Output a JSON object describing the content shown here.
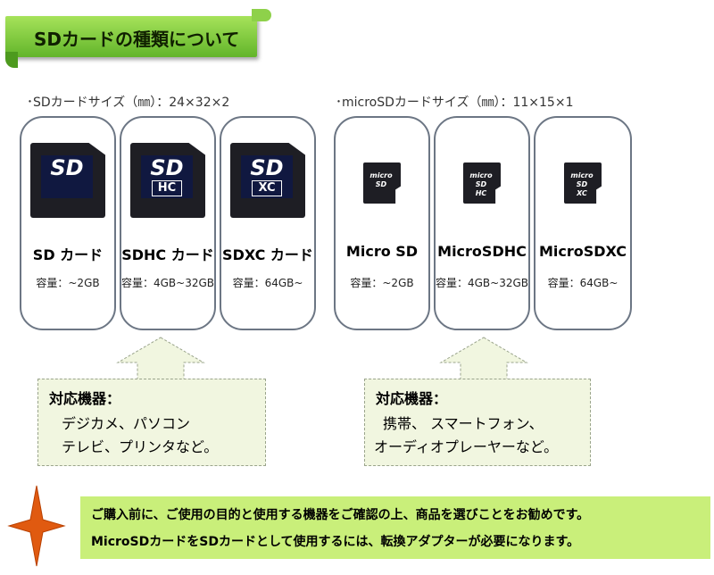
{
  "header": {
    "title": "SDカードの種類について"
  },
  "sd_section": {
    "size_label": "･SDカードサイズ（㎜）：24×32×2",
    "cards": [
      {
        "logo": "SD",
        "logo_sub": "",
        "name": "SD カード",
        "capacity": "容量：~2GB"
      },
      {
        "logo": "SD",
        "logo_sub": "HC",
        "name": "SDHC カード",
        "capacity": "容量：4GB~32GB"
      },
      {
        "logo": "SD",
        "logo_sub": "XC",
        "name": "SDXC カード",
        "capacity": "容量：64GB~"
      }
    ]
  },
  "micro_section": {
    "size_label": "･microSDカードサイズ（㎜）：11×15×1",
    "cards": [
      {
        "logo": "micro SD",
        "logo_sub": "",
        "name": "Micro SD",
        "capacity": "容量：~2GB"
      },
      {
        "logo": "micro SD",
        "logo_sub": "HC",
        "name": "MicroSDHC",
        "capacity": "容量：4GB~32GB"
      },
      {
        "logo": "micro SD",
        "logo_sub": "XC",
        "name": "MicroSDXC",
        "capacity": "容量：64GB~"
      }
    ]
  },
  "callouts": {
    "sd": {
      "title": "対応機器：",
      "lines": [
        "デジカメ、パソコン",
        "テレビ、プリンタなど。"
      ]
    },
    "micro": {
      "title": "対応機器：",
      "lines": [
        "携帯、 スマートフォン、",
        "オーディオプレーヤーなど。"
      ]
    }
  },
  "note": {
    "lines": [
      "ご購入前に、ご使用の目的と使用する機器をご確認の上、商品を選びことをお勧めです。",
      "MicroSDカードをSDカードとして使用するには、転換アダプターが必要になります。"
    ]
  },
  "colors": {
    "banner": "#62b52a",
    "note_bg": "#c9ef7a",
    "star": "#e05a10",
    "card_border": "#6c7684"
  }
}
